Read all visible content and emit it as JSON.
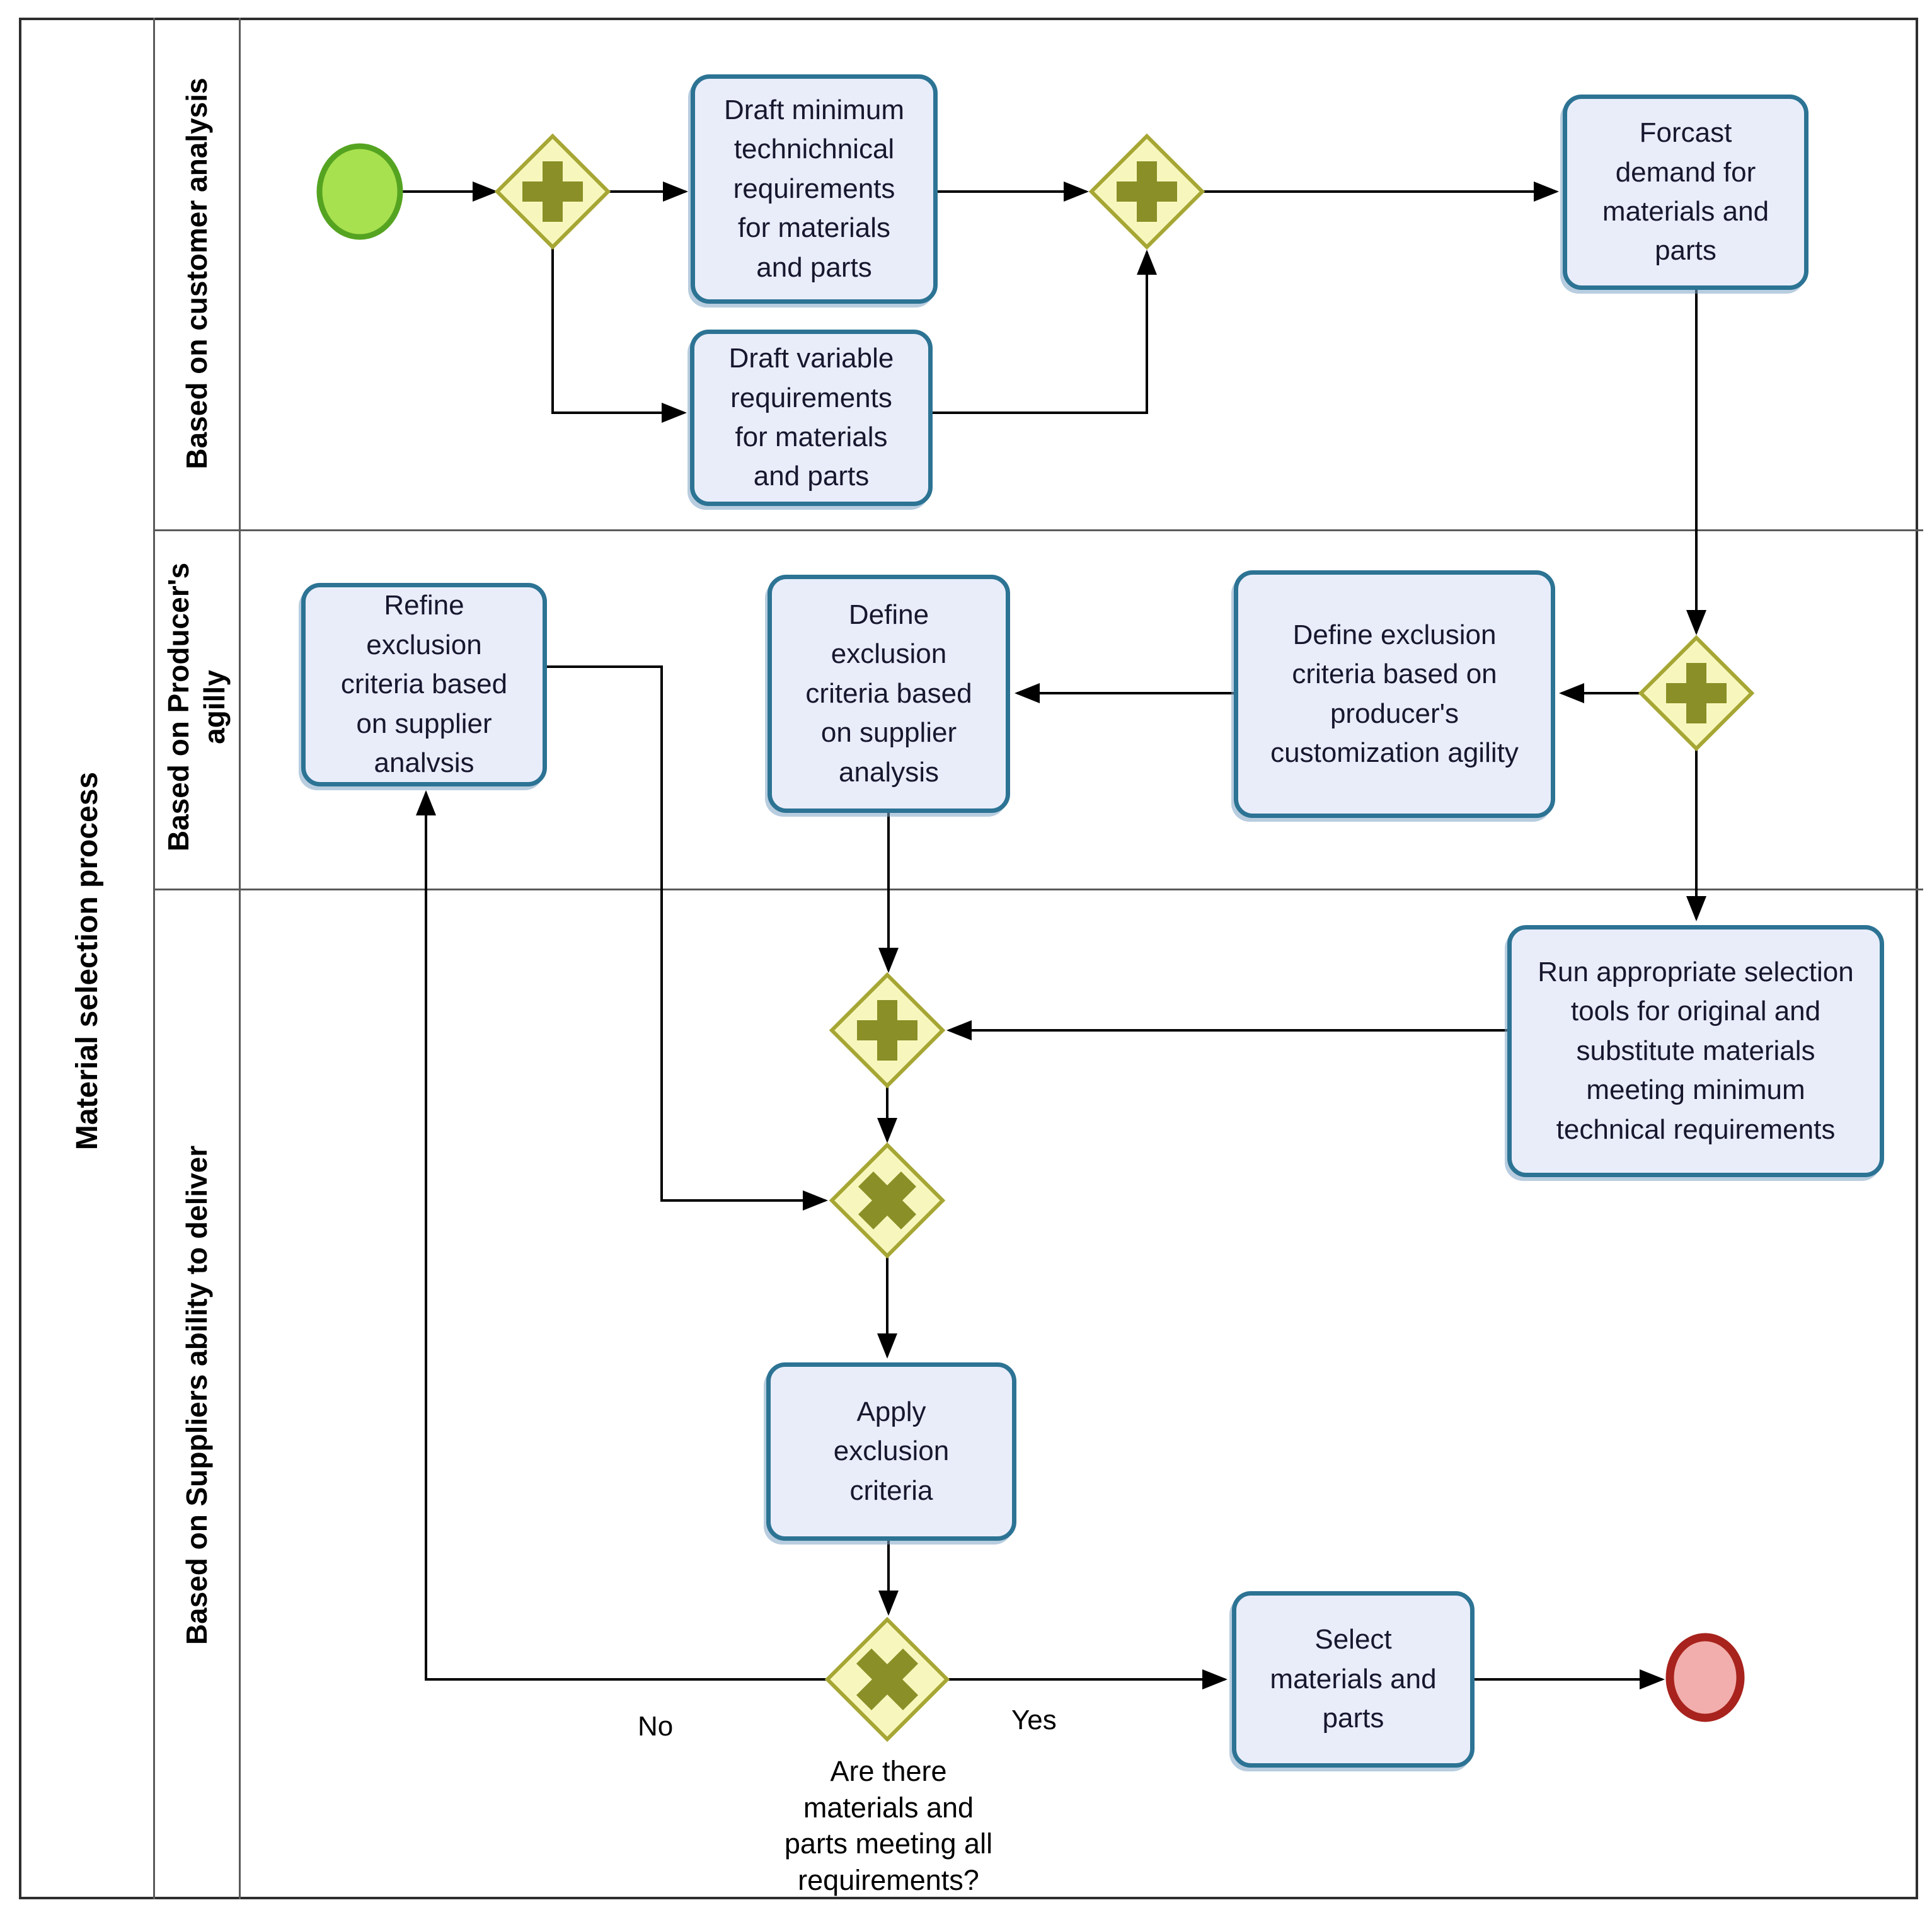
{
  "pool": {
    "label": "Material selection process"
  },
  "lanes": [
    {
      "id": "customer",
      "label": "Based on customer analysis"
    },
    {
      "id": "producer",
      "label": "Based on Producer's\nagilly"
    },
    {
      "id": "suppliers",
      "label": "Based on Suppliers ability to deliver"
    }
  ],
  "tasks": {
    "draft_minimum": "Draft minimum\ntechnichnical\nrequirements\nfor materials\nand parts",
    "draft_variable": "Draft variable\nrequirements\nfor materials\nand parts",
    "forecast_demand": "Forcast\ndemand for\nmaterials and\nparts",
    "refine_exclusion": "Refine\nexclusion\ncriteria based\non  supplier\nanalvsis",
    "define_exclusion_supplier": "Define\nexclusion\ncriteria based\non  supplier\nanalysis",
    "define_exclusion_producer": "Define exclusion\ncriteria based on\nproducer's\ncustomization agility",
    "run_selection_tools": "Run appropriate selection\ntools for original and\nsubstitute materials\nmeeting minimum\ntechnical requirements",
    "apply_exclusion": "Apply\nexclusion\ncriteria",
    "select_materials": "Select\nmaterials and\nparts"
  },
  "events": [
    {
      "id": "start",
      "type": "start-event"
    },
    {
      "id": "end",
      "type": "end-event"
    }
  ],
  "gateways": [
    {
      "id": "split-requirements",
      "type": "parallel"
    },
    {
      "id": "join-requirements",
      "type": "parallel"
    },
    {
      "id": "split-criteria",
      "type": "parallel"
    },
    {
      "id": "join-criteria",
      "type": "parallel"
    },
    {
      "id": "merge-refined",
      "type": "exclusive"
    },
    {
      "id": "requirements-met",
      "type": "exclusive"
    }
  ],
  "labels": {
    "no": "No",
    "yes": "Yes",
    "question": "Are there\nmaterials and\nparts meeting all\nrequirements?"
  },
  "colors": {
    "task_fill": "#E9EDFA",
    "task_border": "#2C7394",
    "task_text": "#17172E",
    "gateway_fill": "#F7F7BD",
    "gateway_border": "#A6A634",
    "gateway_symbol": "#8A8F27",
    "start_fill": "#A8E14F",
    "start_border": "#55A421",
    "end_fill": "#F2AEAC",
    "end_border": "#A8231D",
    "flow": "#000000",
    "lane_line": "#5A5A5A",
    "pool_line": "#2E2E2E"
  }
}
